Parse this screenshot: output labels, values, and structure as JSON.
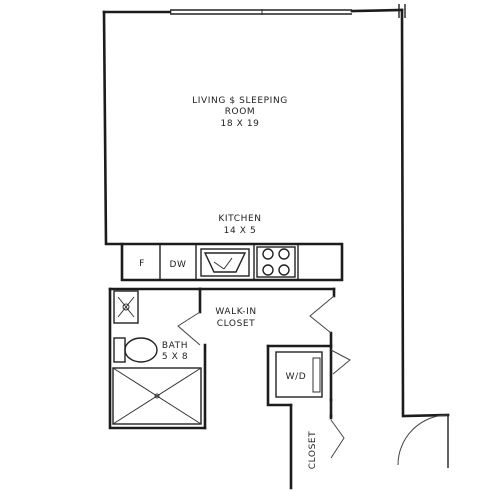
{
  "rooms": {
    "living": {
      "line1": "LIVING $ SLEEPING",
      "line2": "ROOM",
      "size": "18 X 19"
    },
    "kitchen": {
      "name": "KITCHEN",
      "size": "14 X 5"
    },
    "walkin": {
      "line1": "WALK-IN",
      "line2": "CLOSET"
    },
    "bath": {
      "name": "BATH",
      "size": "5 X 8"
    },
    "closet": {
      "name": "CLOSET"
    }
  },
  "appliances": {
    "fridge": "F",
    "dishwasher": "DW",
    "washer_dryer": "W/D"
  },
  "icons": [
    "sink-icon",
    "stove-icon",
    "toilet-icon",
    "shower-icon",
    "vanity-sink-icon"
  ]
}
